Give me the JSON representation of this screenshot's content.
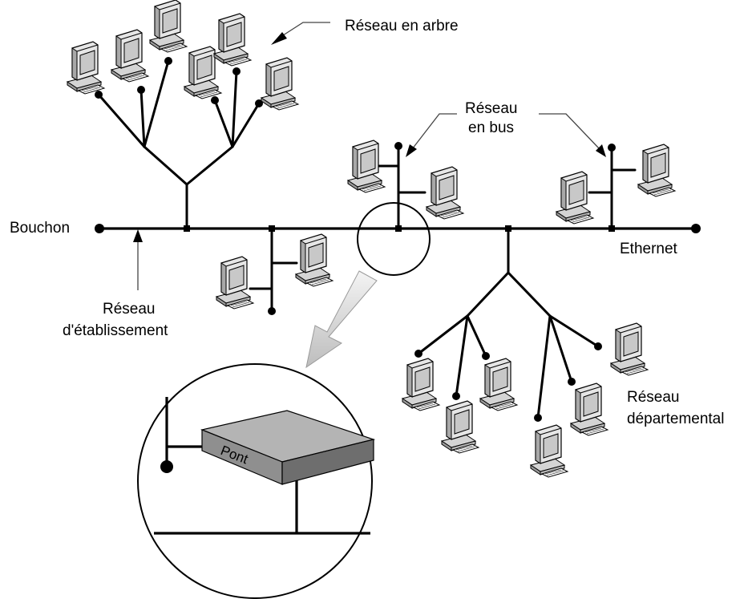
{
  "labels": {
    "tree_network": "Réseau en arbre",
    "bus_network_line1": "Réseau",
    "bus_network_line2": "en bus",
    "terminator": "Bouchon",
    "ethernet": "Ethernet",
    "campus_network_line1": "Réseau",
    "campus_network_line2": "d'établissement",
    "departmental_network_line1": "Réseau",
    "departmental_network_line2": "départemental",
    "bridge": "Pont"
  },
  "icons": {
    "computer": "computer-icon",
    "terminator": "terminator-dot-icon",
    "junction": "junction-square-icon",
    "bridge": "bridge-box-icon",
    "magnifier": "magnifier-circle-icon"
  },
  "colors": {
    "line": "#000000",
    "monitor_body": "#e6e6e6",
    "monitor_screen": "#c8c8c8",
    "bridge_top": "#b4b4b4",
    "bridge_front": "#8f8f8f",
    "bridge_side": "#6e6e6e",
    "zoom_arrow": "#d0d0d0"
  }
}
